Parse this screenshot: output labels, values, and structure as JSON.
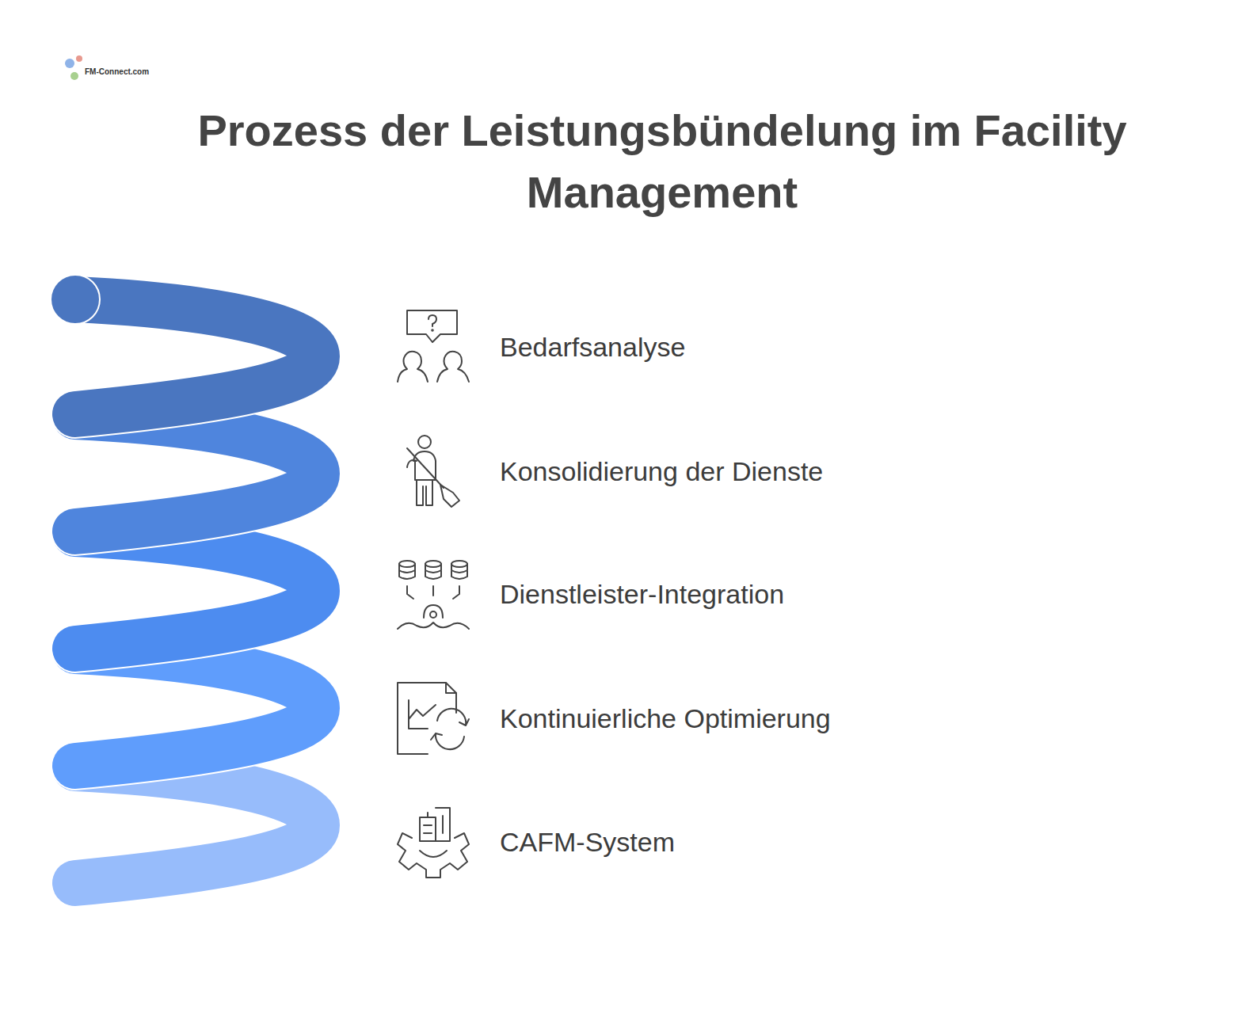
{
  "diagram": {
    "title": "Prozess der Leistungsbündelung im Facility Management",
    "labels": [
      "FM-Connect.com",
      "Bedarfsanalyse",
      "Konsolidierung der Dienste",
      "Dienstleister-Integration",
      "Kontinuierliche Optimierung",
      "CAFM-System"
    ]
  }
}
